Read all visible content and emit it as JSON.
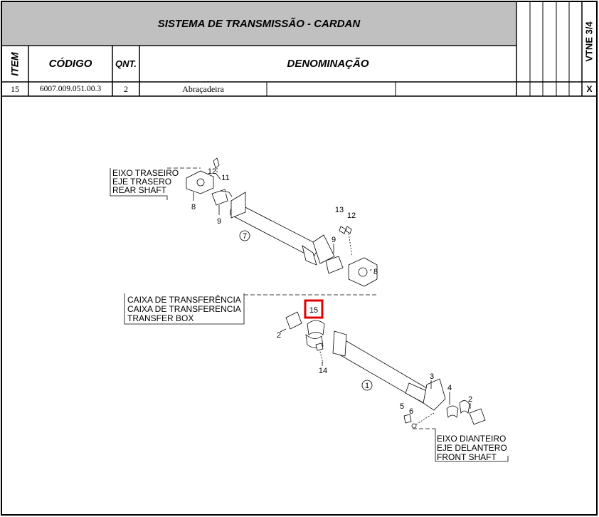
{
  "header": {
    "title": "SISTEMA DE TRANSMISSÃO - CARDAN",
    "version": "VTNE 3/4",
    "col_item": "ITEM",
    "col_codigo": "CÓDIGO",
    "col_qnt": "QNT.",
    "col_denominacao": "DENOMINAÇÃO"
  },
  "row": {
    "item": "15",
    "codigo": "6007.009.051.00.3",
    "qnt": "2",
    "denominacao": "Abraçadeira",
    "mark": "X"
  },
  "diagram": {
    "rear_label": [
      "EIXO TRASEIRO",
      "EJE TRASERO",
      "REAR SHAFT"
    ],
    "box_label": [
      "CAIXA DE TRANSFERÊNCIA",
      "CAIXA DE TRANSFERENCIA",
      "TRANSFER BOX"
    ],
    "front_label": [
      "EIXO DIANTEIRO",
      "EJE DELANTERO",
      "FRONT SHAFT"
    ],
    "callouts": {
      "c12a": "12",
      "c11": "11",
      "c8a": "8",
      "c9a": "9",
      "c7": "7",
      "c13": "13",
      "c12b": "12",
      "c9b": "9",
      "c8b": "8",
      "c15": "15",
      "c2a": "2",
      "c14": "14",
      "c1": "1",
      "c3": "3",
      "c4": "4",
      "c2b": "2",
      "c5": "5",
      "c6": "6"
    },
    "highlight_color": "#e00000"
  }
}
